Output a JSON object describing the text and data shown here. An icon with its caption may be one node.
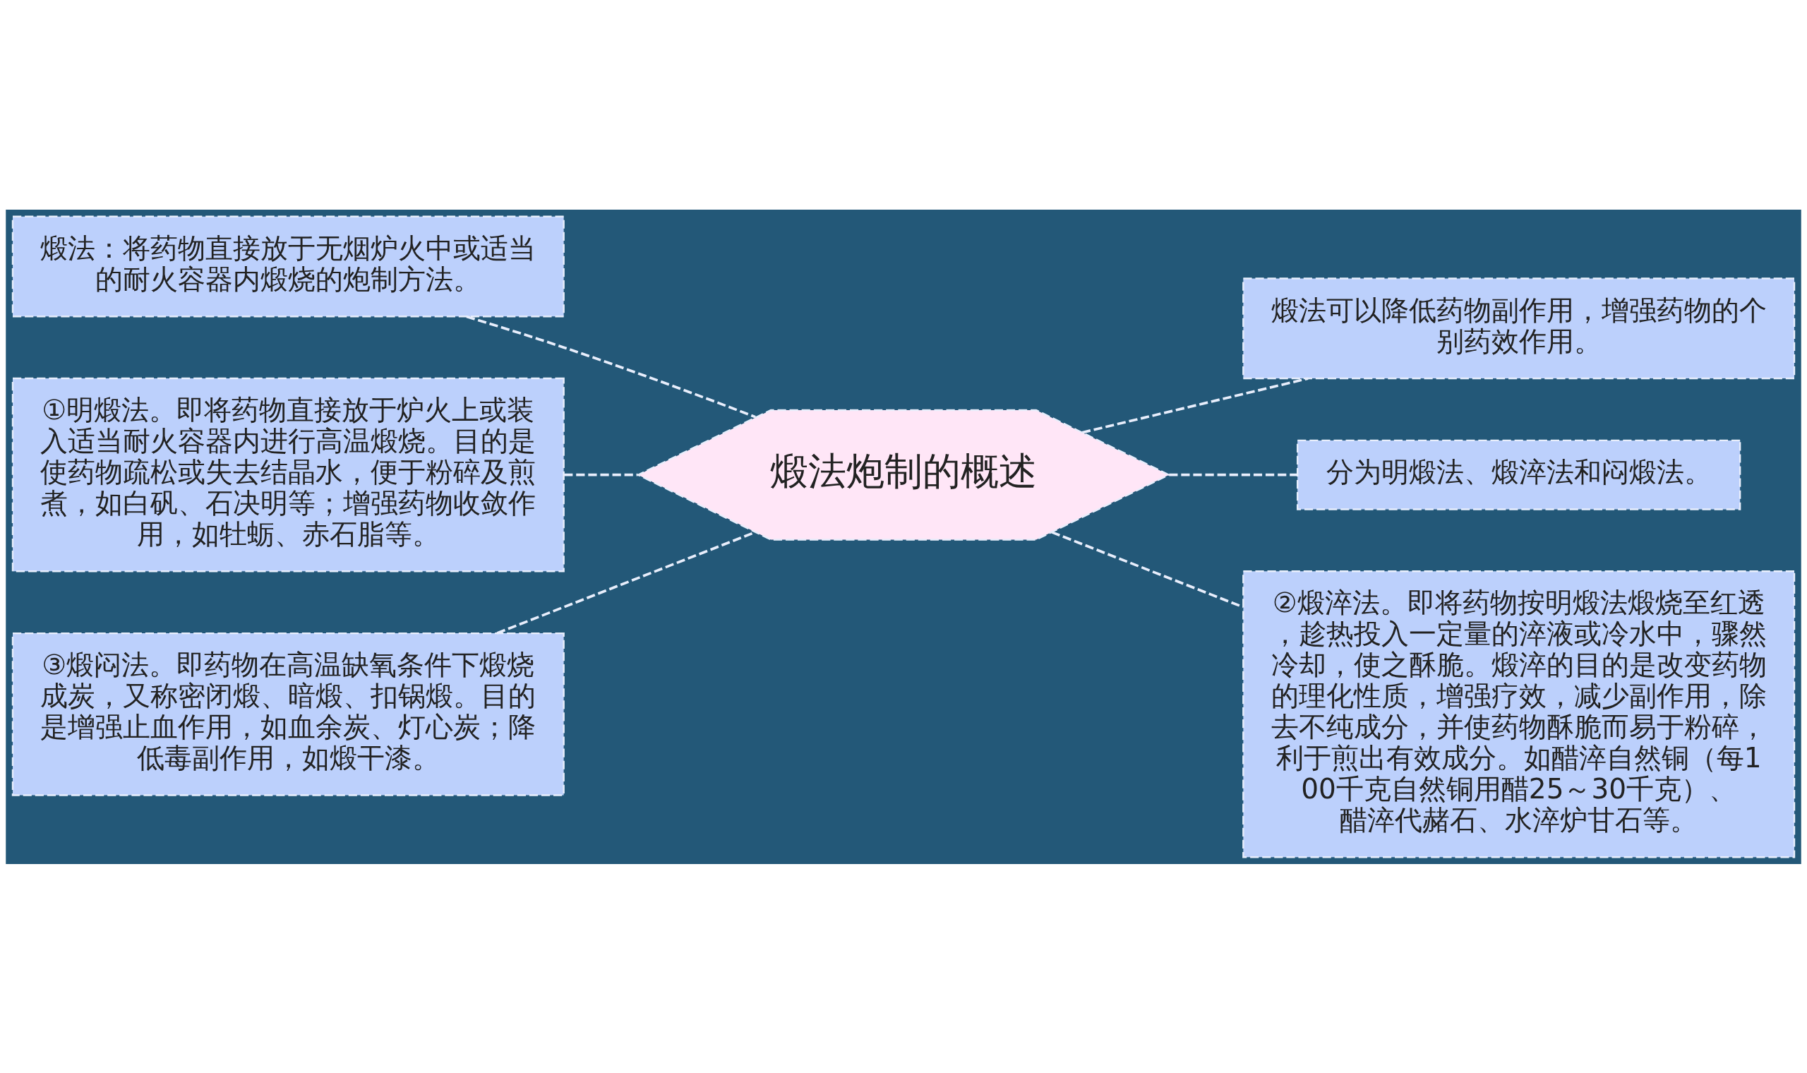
{
  "diagram": {
    "nodes": [
      {
        "text": [
          "煅法炮制的概述"
        ]
      },
      {
        "text": [
          "煅法：将药物直接放于无烟炉火中或适当的耐火容器内煅烧的炮制方法。"
        ]
      },
      {
        "text": [
          "①明煅法。即将药物直接放于炉火上或装入适当耐火容器内进行高温煅烧。目的是使药物疏松或失去结晶水，便于粉碎及煎煮，如白矾、石决明等；增强药物收敛作用，如牡蛎、赤石脂等。"
        ]
      },
      {
        "text": [
          "③煅闷法。即药物在高温缺氧条件下煅烧成炭，又称密闭煅、暗煅、扣锅煅。目的是增强止血作用，如血余炭、灯心炭；降低毒副作用，如煅干漆。"
        ]
      },
      {
        "text": [
          "煅法可以降低药物副作用，增强药物的个别药效作用。"
        ]
      },
      {
        "text": [
          "分为明煅法、煅淬法和闷煅法。"
        ]
      },
      {
        "text": [
          "②煅淬法。即将药物按明煅法煅烧至红透，趁热投入一定量的淬液或冷水中，骤然冷却，使之酥脆。煅淬的目的是改变药物的理化性质，增强疗效，减少副作用，除去不纯成分，并使药物酥脆而易于粉碎，利于煎出有效成分。如醋淬自然铜（每100千克自然铜用醋25～30千克）、醋淬代赭石、水淬炉甘石等。"
        ]
      }
    ],
    "edges": [
      {
        "from": 0,
        "to": 1,
        "arrow": "none",
        "style": "dashed"
      },
      {
        "from": 0,
        "to": 2,
        "arrow": "none",
        "style": "dashed"
      },
      {
        "from": 0,
        "to": 3,
        "arrow": "none",
        "style": "dashed"
      },
      {
        "from": 0,
        "to": 4,
        "arrow": "none",
        "style": "dashed"
      },
      {
        "from": 0,
        "to": 5,
        "arrow": "none",
        "style": "dashed"
      },
      {
        "from": 0,
        "to": 6,
        "arrow": "none",
        "style": "dashed"
      }
    ]
  }
}
